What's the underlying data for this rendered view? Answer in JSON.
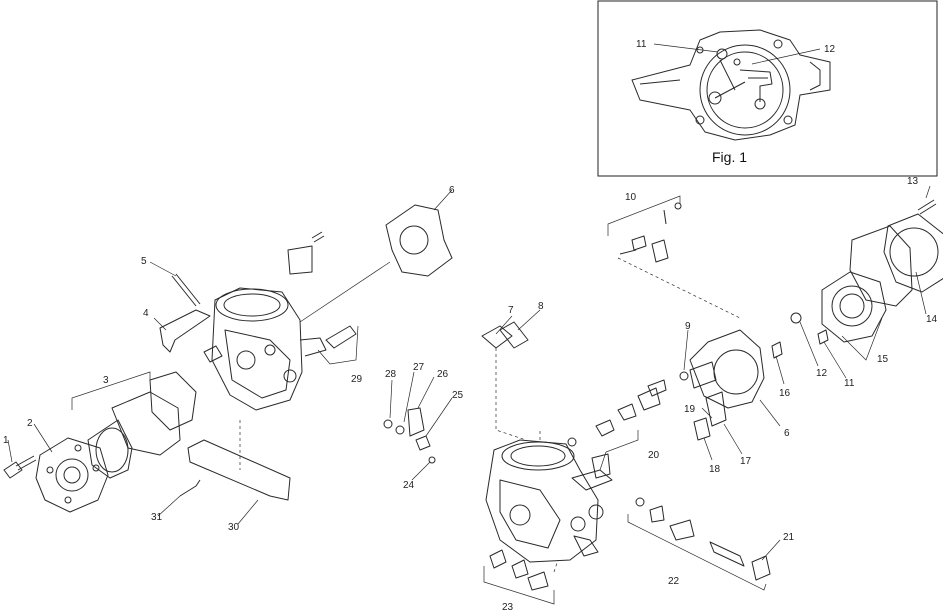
{
  "inset": {
    "caption": "Fig. 1",
    "callouts": [
      "11",
      "12"
    ]
  },
  "callouts": {
    "c1": "1",
    "c2": "2",
    "c3": "3",
    "c4": "4",
    "c5": "5",
    "c6a": "6",
    "c6b": "6",
    "c7": "7",
    "c8": "8",
    "c9": "9",
    "c10": "10",
    "c11": "11",
    "c12": "12",
    "c13": "13",
    "c14": "14",
    "c15": "15",
    "c16": "16",
    "c17": "17",
    "c18": "18",
    "c19": "19",
    "c20": "20",
    "c21": "21",
    "c22": "22",
    "c23": "23",
    "c24": "24",
    "c25": "25",
    "c26": "26",
    "c27": "27",
    "c28": "28",
    "c29": "29",
    "c30": "30",
    "c31": "31"
  }
}
